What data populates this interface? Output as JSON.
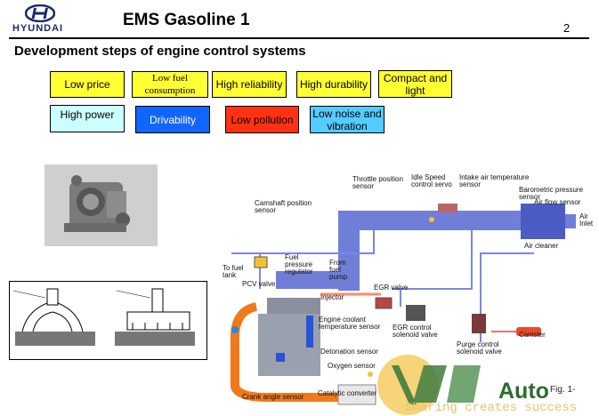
{
  "header": {
    "brand": "HYUNDAI",
    "title": "EMS Gasoline 1",
    "page_number": "2",
    "subtitle": "Development steps of engine control systems"
  },
  "goals_row1": [
    {
      "label": "Low price",
      "color": "#ffff33"
    },
    {
      "label": "Low fuel\nconsumption",
      "color": "#ffff33"
    },
    {
      "label": "High reliability",
      "color": "#ffff33"
    },
    {
      "label": "High durability",
      "color": "#ffff33"
    },
    {
      "label": "Compact and\nlight",
      "color": "#ffff33"
    }
  ],
  "goals_row2": [
    {
      "label": "High power",
      "color": "#ccffff"
    },
    {
      "label": "Drivability",
      "color": "#1166ff"
    },
    {
      "label": "Low pollution",
      "color": "#ff3311"
    },
    {
      "label": "Low noise and\nvibration",
      "color": "#55ccff"
    }
  ],
  "diagram_labels": {
    "throttle": "Throttle position\nsensor",
    "idle": "Idle Speed\ncontrol servo",
    "intake_temp": "Intake air temperature\nsensor",
    "baro": "Barometric pressure\nsensor",
    "airflow": "Air flow sensor",
    "air_inlet": "Air\nInlet",
    "air_cleaner": "Air cleaner",
    "camshaft": "Camshaft position\nsensor",
    "fuel_reg": "Fuel\npressure\nregulator",
    "to_tank": "To fuel\ntank",
    "from_pump": "From\nfuel\npump",
    "pcv": "PCV valve",
    "injector": "Injector",
    "egr_valve": "EGR valve",
    "coolant": "Engine coolant\ntemperature sensor",
    "egr_solenoid": "EGR control\nsolenoid valve",
    "purge": "Purge control\nsolenoid valve",
    "canister": "Canister",
    "detonation": "Detonation sensor",
    "oxygen": "Oxygen sensor",
    "crank": "Crank angle sensor",
    "catalytic": "Catalytic converter"
  },
  "fig_ref": "Fig. 1-",
  "watermark": {
    "logo": "Auto",
    "tagline": "Sharing creates success"
  },
  "colors": {
    "brand": "#1a2a6c",
    "yellow": "#ffff33",
    "blue": "#1166ff",
    "red": "#ff3311"
  }
}
